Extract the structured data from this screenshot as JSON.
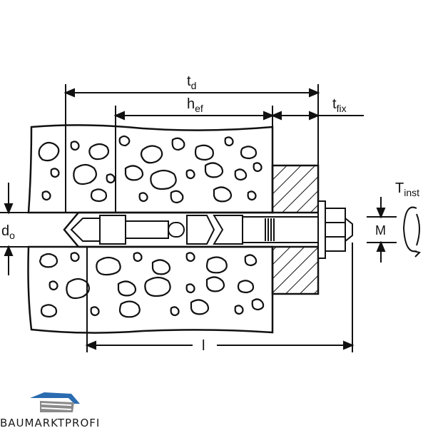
{
  "labels": {
    "td_main": "t",
    "td_sub": "d",
    "hef_main": "h",
    "hef_sub": "ef",
    "tfix_main": "t",
    "tfix_sub": "fix",
    "tinst_main": "T",
    "tinst_sub": "inst",
    "do_main": "d",
    "do_sub": "o",
    "m": "M",
    "l": "l"
  },
  "logo": {
    "text": "BAUMARKTPROFI"
  },
  "colors": {
    "line": "#111111",
    "brand_blue": "#2b6cb0",
    "brand_grey": "#8a8a8a"
  }
}
